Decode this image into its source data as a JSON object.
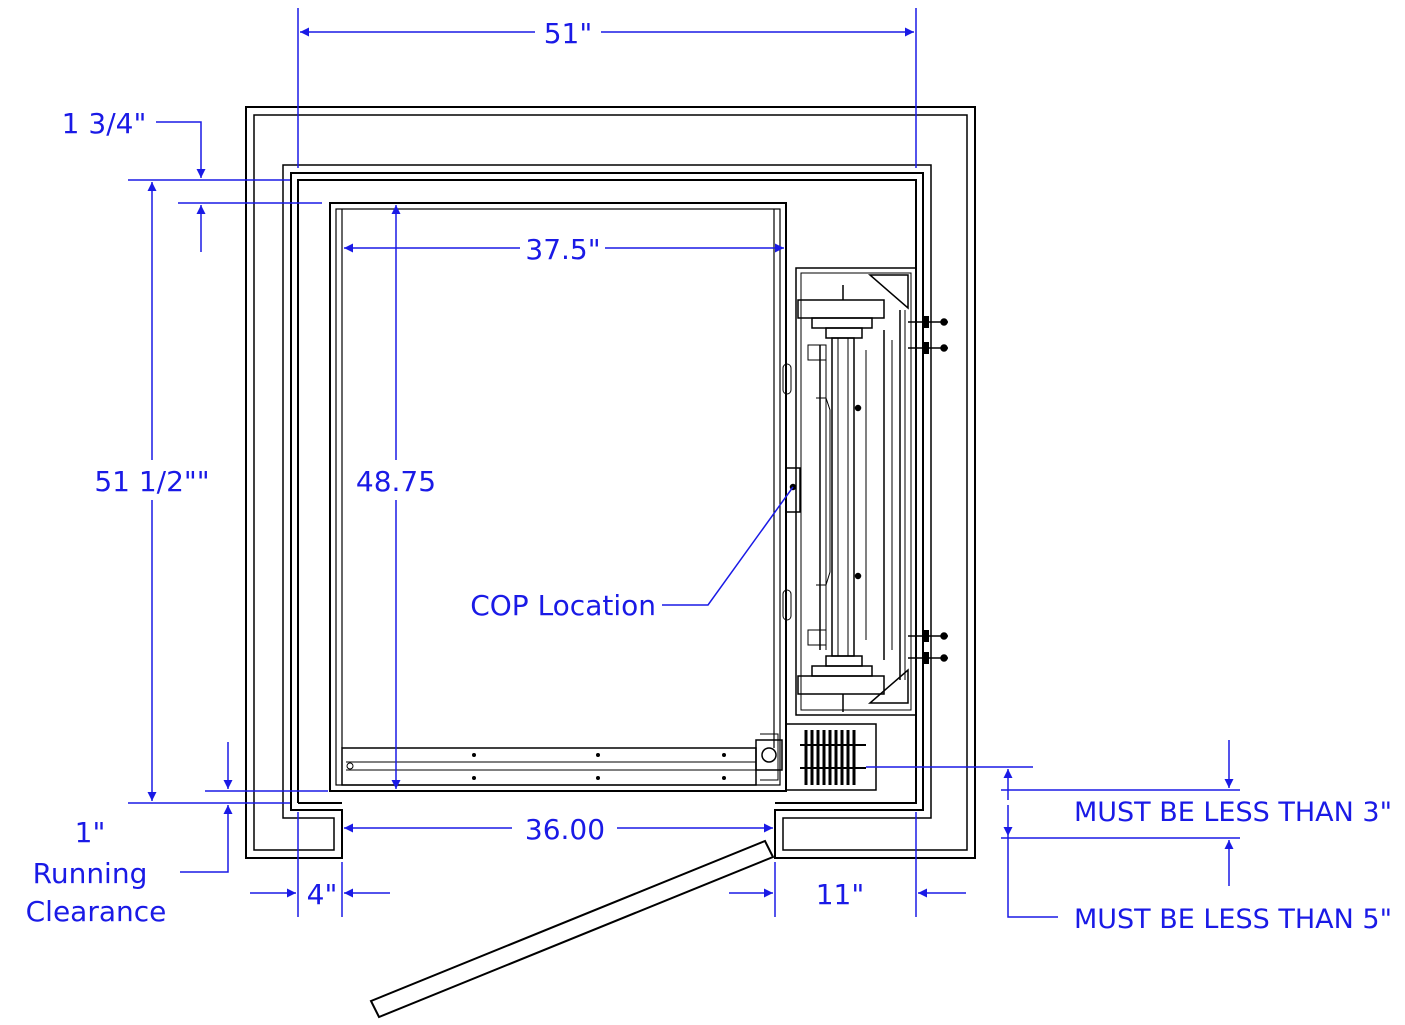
{
  "colors": {
    "dimension": "#1a1ae6",
    "linework": "#000000",
    "background": "#ffffff"
  },
  "dimensions": {
    "shaft_width": "51\"",
    "wall_thickness": "1 3/4\"",
    "shaft_depth": "51 1/2\"\"",
    "cab_width": "37.5\"",
    "cab_depth": "48.75",
    "door_opening": "36.00",
    "running_clearance_value": "1\"",
    "running_clearance_label_line1": "Running",
    "running_clearance_label_line2": "Clearance",
    "left_return": "4\"",
    "right_return": "11\""
  },
  "notes": {
    "cop_location": "COP Location",
    "gap_limit_3": "MUST BE LESS THAN 3\"",
    "gap_limit_5": "MUST BE LESS THAN 5\""
  }
}
